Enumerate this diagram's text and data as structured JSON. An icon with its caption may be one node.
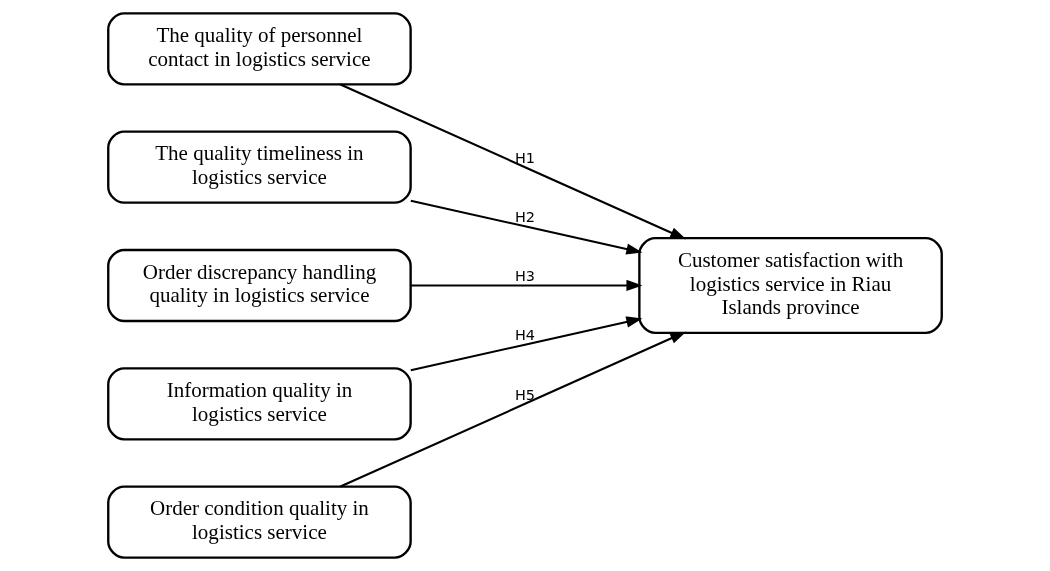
{
  "diagram": {
    "nodes": [
      {
        "text": [
          "The quality of personnel contact in logistics service"
        ]
      },
      {
        "text": [
          "The quality timeliness in logistics service"
        ]
      },
      {
        "text": [
          "Order discrepancy handling quality in logistics service"
        ]
      },
      {
        "text": [
          "Information quality in logistics service"
        ]
      },
      {
        "text": [
          "Order condition quality in logistics service"
        ]
      },
      {
        "text": [
          "Customer satisfaction with logistics service in Riau Islands province"
        ]
      }
    ],
    "edges": [
      {
        "from": 0,
        "to": 5,
        "arrow": "to",
        "label": "H1"
      },
      {
        "from": 1,
        "to": 5,
        "arrow": "to",
        "label": "H2"
      },
      {
        "from": 2,
        "to": 5,
        "arrow": "to",
        "label": "H3"
      },
      {
        "from": 3,
        "to": 5,
        "arrow": "to",
        "label": "H4"
      },
      {
        "from": 4,
        "to": 5,
        "arrow": "to",
        "label": "H5"
      }
    ]
  }
}
